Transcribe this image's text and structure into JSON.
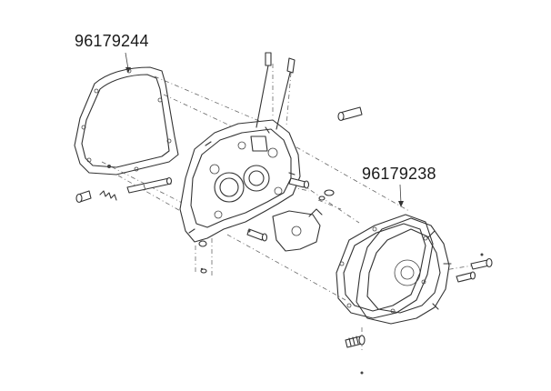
{
  "callouts": [
    {
      "part_number": "96179244"
    },
    {
      "part_number": "96179238"
    }
  ],
  "icons": {
    "gasket_left": "gasket-outline",
    "gasket_right": "gasket-outline",
    "crankcase_cover": "engine-cover",
    "clutch_cover": "engine-cover",
    "bolt": "bolt"
  }
}
